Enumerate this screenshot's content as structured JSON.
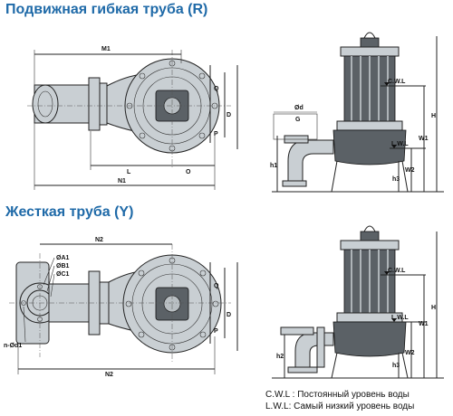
{
  "titles": {
    "movable": "Подвижная гибкая труба (R)",
    "rigid": "Жесткая труба (Y)"
  },
  "dimensions_top_left": {
    "m1": "M1",
    "q": "Q",
    "d": "D",
    "p": "P",
    "l": "L",
    "o": "O",
    "n1": "N1"
  },
  "dimensions_top_right": {
    "cwl": "C.W.L",
    "lwl": "L.W.L",
    "phi_d": "Ød",
    "g": "G",
    "h": "H",
    "w1": "W1",
    "w2": "W2",
    "h1": "h1",
    "h3": "h3"
  },
  "dimensions_bottom_left": {
    "n2_top": "N2",
    "phi_a1": "ØA1",
    "phi_b1": "ØB1",
    "phi_c1": "ØC1",
    "n_phi_d1": "n-Ød1",
    "q": "Q",
    "d": "D",
    "p": "P",
    "n2_bottom": "N2"
  },
  "dimensions_bottom_right": {
    "cwl": "C.W.L",
    "lwl": "L.W.L",
    "h": "H",
    "w1": "W1",
    "w2": "W2",
    "h2": "h2",
    "h3": "h3"
  },
  "legend": {
    "cwl": "C.W.L : Постоянный уровень воды",
    "lwl": "L.W.L: Самый низкий уровень воды"
  },
  "colors": {
    "title": "#1f6aa8",
    "pump_body": "#5b6166",
    "metal": "#c9cfd3"
  }
}
